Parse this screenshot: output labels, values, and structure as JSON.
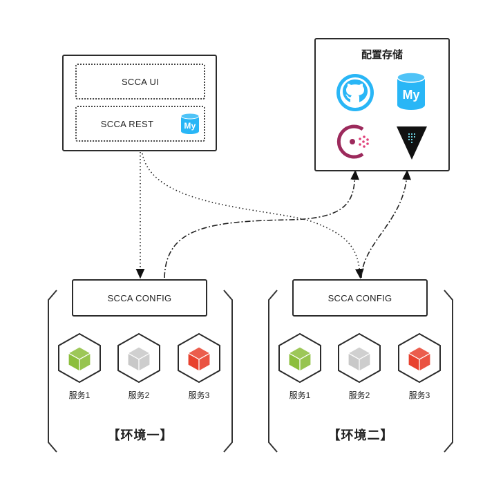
{
  "ui_box": {
    "ui_label": "SCCA UI",
    "rest_label": "SCCA REST",
    "rest_icon": "mysql-icon",
    "mysql_text": "My"
  },
  "storage": {
    "title": "配置存储",
    "icons": [
      "github-icon",
      "mysql-icon",
      "consul-icon",
      "vault-icon"
    ],
    "mysql_text": "My"
  },
  "environments": [
    {
      "name": "【环境一】",
      "config_label": "SCCA CONFIG",
      "services": [
        {
          "label": "服务1",
          "color": "#8cbe3c"
        },
        {
          "label": "服务2",
          "color": "#c8c8c8"
        },
        {
          "label": "服务3",
          "color": "#e8412e"
        }
      ]
    },
    {
      "name": "【环境二】",
      "config_label": "SCCA CONFIG",
      "services": [
        {
          "label": "服务1",
          "color": "#8cbe3c"
        },
        {
          "label": "服务2",
          "color": "#c8c8c8"
        },
        {
          "label": "服务3",
          "color": "#e8412e"
        }
      ]
    }
  ],
  "colors": {
    "mysql_blue": "#29b6f6",
    "github_blue": "#29b6f6",
    "consul_purple": "#9c2a5c"
  }
}
